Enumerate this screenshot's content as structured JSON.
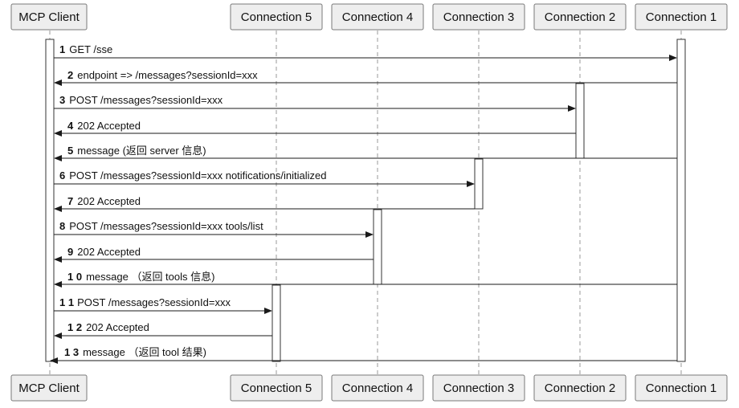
{
  "participants": [
    {
      "name": "MCP Client"
    },
    {
      "name": "Connection 5"
    },
    {
      "name": "Connection 4"
    },
    {
      "name": "Connection 3"
    },
    {
      "name": "Connection 2"
    },
    {
      "name": "Connection 1"
    }
  ],
  "messages": [
    {
      "num": "1",
      "text": "GET /sse",
      "from": "MCP Client",
      "to": "Connection 1"
    },
    {
      "num": "2",
      "text": "endpoint => /messages?sessionId=xxx",
      "from": "Connection 1",
      "to": "MCP Client"
    },
    {
      "num": "3",
      "text": "POST /messages?sessionId=xxx",
      "from": "MCP Client",
      "to": "Connection 2"
    },
    {
      "num": "4",
      "text": "202 Accepted",
      "from": "Connection 2",
      "to": "MCP Client"
    },
    {
      "num": "5",
      "text": "message (返回 server 信息)",
      "from": "Connection 1",
      "to": "MCP Client"
    },
    {
      "num": "6",
      "text": "POST /messages?sessionId=xxx notifications/initialized",
      "from": "MCP Client",
      "to": "Connection 3"
    },
    {
      "num": "7",
      "text": "202 Accepted",
      "from": "Connection 3",
      "to": "MCP Client"
    },
    {
      "num": "8",
      "text": "POST /messages?sessionId=xxx tools/list",
      "from": "MCP Client",
      "to": "Connection 4"
    },
    {
      "num": "9",
      "text": "202 Accepted",
      "from": "Connection 4",
      "to": "MCP Client"
    },
    {
      "num": "1 0",
      "text": "message （返回 tools 信息)",
      "from": "Connection 1",
      "to": "MCP Client"
    },
    {
      "num": "1 1",
      "text": "POST /messages?sessionId=xxx",
      "from": "MCP Client",
      "to": "Connection 5"
    },
    {
      "num": "1 2",
      "text": "202 Accepted",
      "from": "Connection 5",
      "to": "MCP Client"
    },
    {
      "num": "1 3",
      "text": "message （返回 tool 结果)",
      "from": "Connection 1",
      "to": "MCP Client"
    }
  ]
}
